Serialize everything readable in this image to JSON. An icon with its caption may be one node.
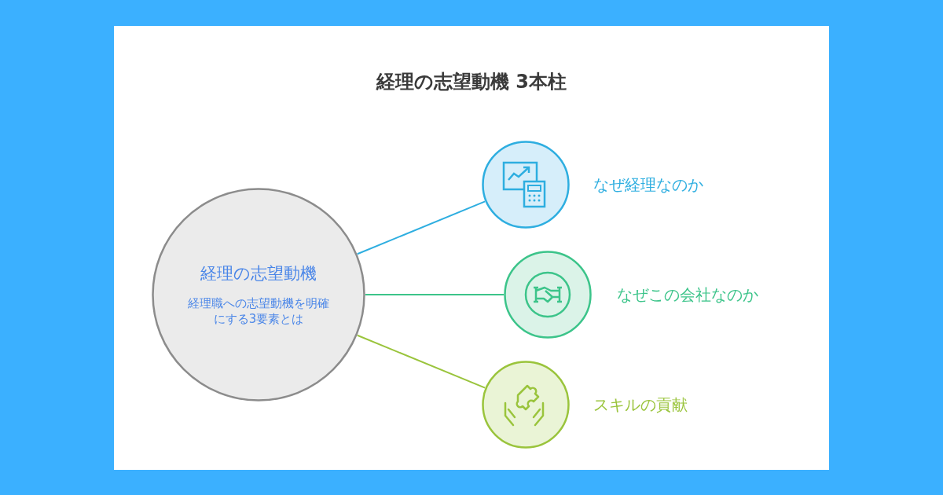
{
  "diagram": {
    "title": "経理の志望動機 3本柱",
    "nodes": [
      {
        "text": [
          "経理の志望動機",
          "経理職への志望動機を明確にする3要素とは"
        ]
      },
      {
        "text": [],
        "shape": "circle",
        "beside": [
          "なぜ経理なのか"
        ]
      },
      {
        "text": [],
        "shape": "circle",
        "beside": [
          "なぜこの会社なのか"
        ]
      },
      {
        "text": [],
        "shape": "circle",
        "beside": [
          "スキルの貢献"
        ]
      }
    ],
    "edges": [
      {
        "from": 0,
        "to": 1,
        "arrow": "none",
        "color": "#2eaee0"
      },
      {
        "from": 0,
        "to": 2,
        "arrow": "none",
        "color": "#3cc48a"
      },
      {
        "from": 0,
        "to": 3,
        "arrow": "none",
        "color": "#9ac43c"
      }
    ]
  }
}
